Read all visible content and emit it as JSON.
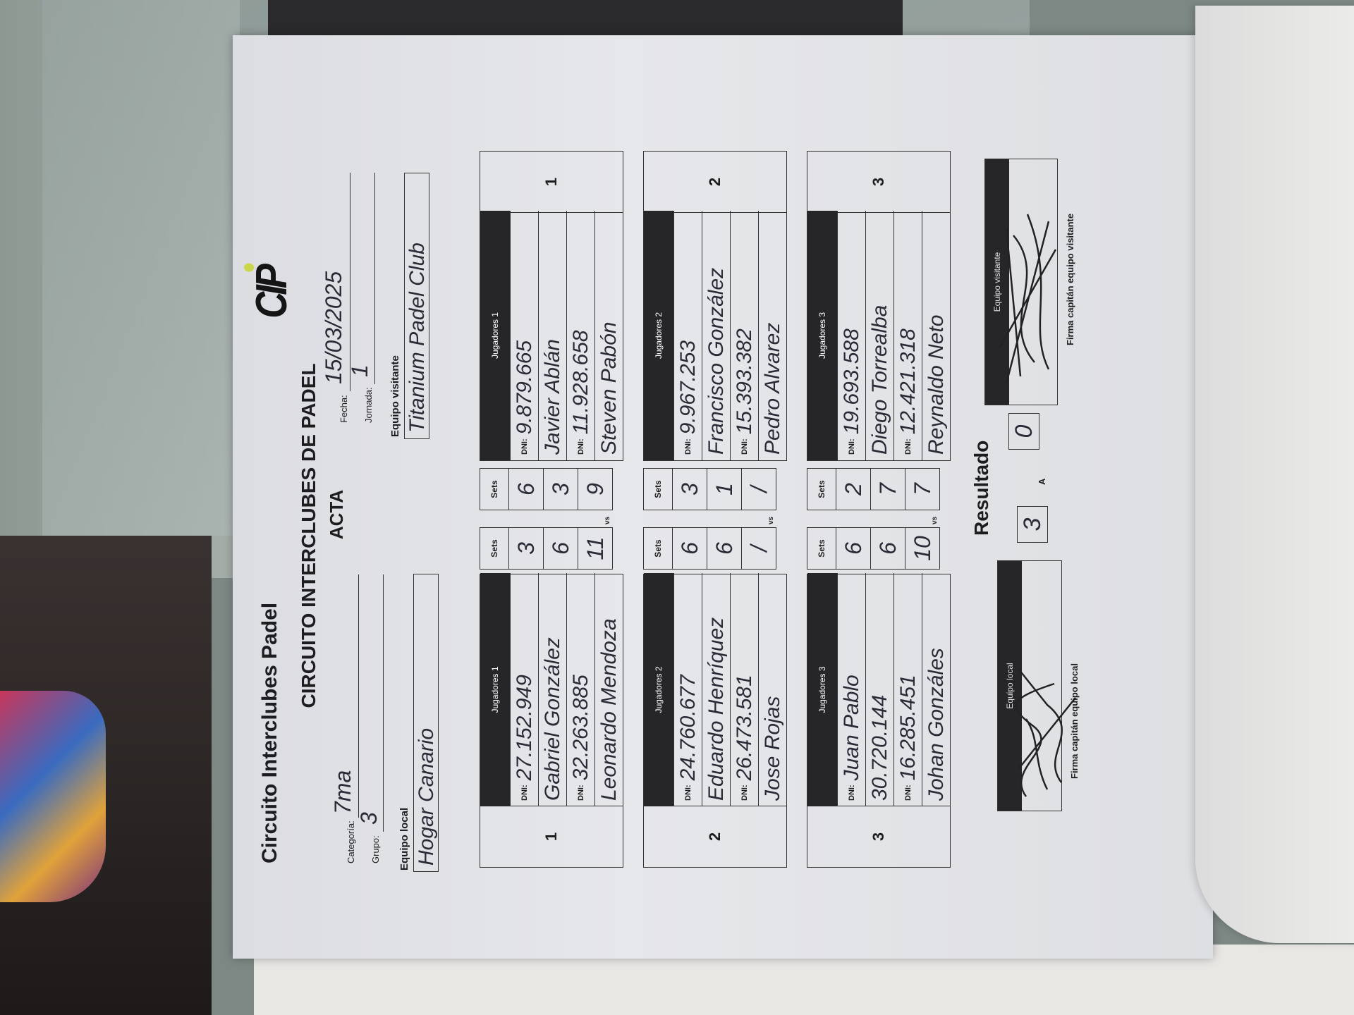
{
  "header": {
    "logo": "CIP",
    "small_title": "Circuito Interclubes Padel",
    "main_title": "CIRCUITO INTERCLUBES DE PADEL",
    "acta": "ACTA",
    "categoria_label": "Categoría:",
    "categoria_value": "7ma",
    "grupo_label": "Grupo:",
    "grupo_value": "3",
    "local_label": "Equipo local",
    "local_value": "Hogar Canario",
    "fecha_label": "Fecha:",
    "fecha_value": "15/03/2025",
    "jornada_label": "Jornada:",
    "jornada_value": "1",
    "visit_label": "Equipo visitante",
    "visit_value": "Titanium Padel Club"
  },
  "labels": {
    "sets": "Sets",
    "vs": "vs"
  },
  "matches": [
    {
      "number": "1",
      "local": {
        "header": "Jugadores 1",
        "rows": [
          {
            "label": "DNI:",
            "text": "27.152.949"
          },
          {
            "label": "",
            "text": "Gabriel González"
          },
          {
            "label": "DNI:",
            "text": "32.263.885"
          },
          {
            "label": "",
            "text": "Leonardo Mendoza"
          }
        ],
        "sets": [
          "3",
          "6",
          "11"
        ]
      },
      "visit": {
        "header": "Jugadores 1",
        "rows": [
          {
            "label": "DNI:",
            "text": "9.879.665"
          },
          {
            "label": "",
            "text": "Javier Ablán"
          },
          {
            "label": "DNI:",
            "text": "11.928.658"
          },
          {
            "label": "",
            "text": "Steven Pabón"
          }
        ],
        "sets": [
          "6",
          "3",
          "9"
        ]
      }
    },
    {
      "number": "2",
      "local": {
        "header": "Jugadores 2",
        "rows": [
          {
            "label": "DNI:",
            "text": "24.760.677"
          },
          {
            "label": "",
            "text": "Eduardo Henríquez"
          },
          {
            "label": "DNI:",
            "text": "26.473.581"
          },
          {
            "label": "",
            "text": "Jose Rojas"
          }
        ],
        "sets": [
          "6",
          "6",
          "/"
        ]
      },
      "visit": {
        "header": "Jugadores 2",
        "rows": [
          {
            "label": "DNI:",
            "text": "9.967.253"
          },
          {
            "label": "",
            "text": "Francisco González"
          },
          {
            "label": "DNI:",
            "text": "15.393.382"
          },
          {
            "label": "",
            "text": "Pedro Alvarez"
          }
        ],
        "sets": [
          "3",
          "1",
          "/"
        ]
      }
    },
    {
      "number": "3",
      "local": {
        "header": "Jugadores 3",
        "rows": [
          {
            "label": "DNI:",
            "text": "Juan Pablo"
          },
          {
            "label": "",
            "text": "30.720.144"
          },
          {
            "label": "DNI:",
            "text": "16.285.451"
          },
          {
            "label": "",
            "text": "Johan Gonzáles"
          }
        ],
        "sets": [
          "6",
          "6",
          "10"
        ]
      },
      "visit": {
        "header": "Jugadores 3",
        "rows": [
          {
            "label": "DNI:",
            "text": "19.693.588"
          },
          {
            "label": "",
            "text": "Diego Torrealba"
          },
          {
            "label": "DNI:",
            "text": "12.421.318"
          },
          {
            "label": "",
            "text": "Reynaldo Neto"
          }
        ],
        "sets": [
          "2",
          "7",
          "7"
        ]
      }
    }
  ],
  "result": {
    "title": "Resultado",
    "local": "3",
    "separator": "A",
    "visit": "0"
  },
  "signatures": {
    "local_header": "Equipo local",
    "local_caption": "Firma capitán equipo local",
    "visit_header": "Equipo visitante",
    "visit_caption": "Firma capitán equipo visitante"
  }
}
